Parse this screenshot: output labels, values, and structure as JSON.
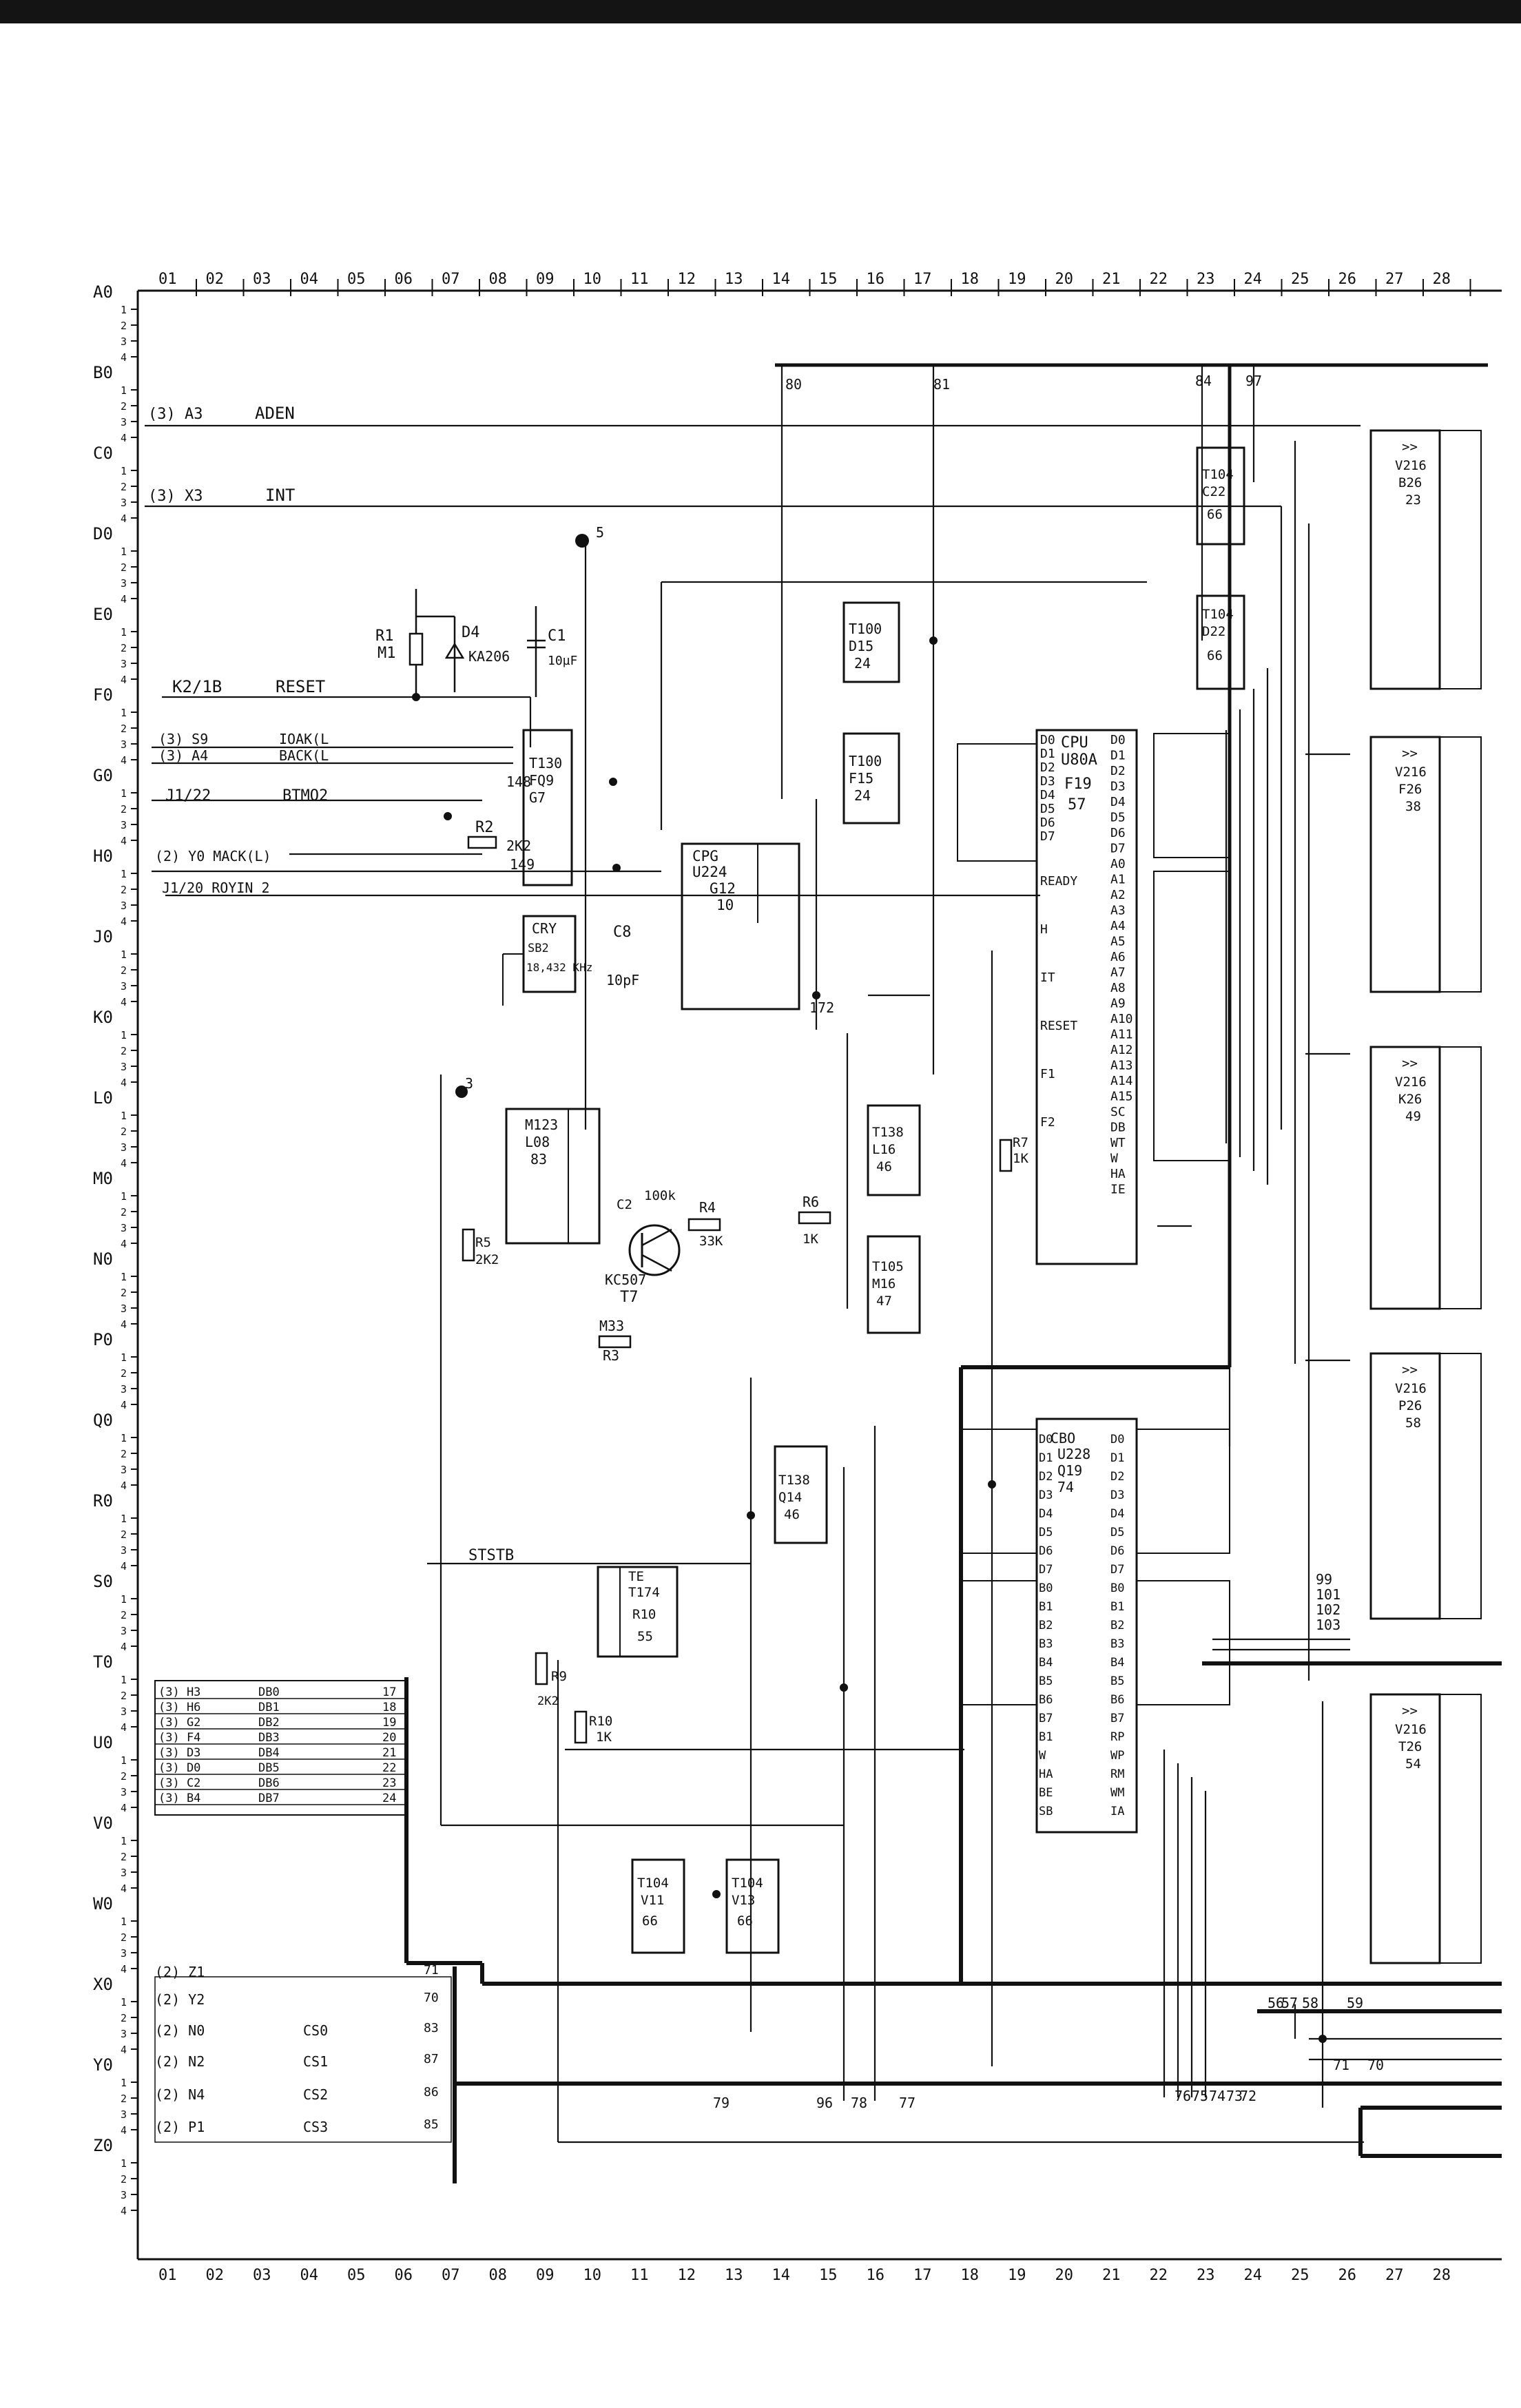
{
  "columns": [
    "01",
    "02",
    "03",
    "04",
    "05",
    "06",
    "07",
    "08",
    "09",
    "10",
    "11",
    "12",
    "13",
    "14",
    "15",
    "16",
    "17",
    "18",
    "19",
    "20",
    "21",
    "22",
    "23",
    "24",
    "25",
    "26",
    "27",
    "28"
  ],
  "rows": [
    "A",
    "B",
    "C",
    "D",
    "E",
    "F",
    "G",
    "H",
    "J",
    "K",
    "L",
    "M",
    "N",
    "P",
    "Q",
    "R",
    "S",
    "T",
    "U",
    "V",
    "W",
    "X",
    "Y",
    "Z"
  ],
  "chips": [
    {
      "id": "cpu",
      "lines": [
        "CPU",
        "U80A",
        "F19",
        "57"
      ]
    },
    {
      "id": "cpg",
      "lines": [
        "CPG",
        "U224",
        "G12",
        "10"
      ]
    },
    {
      "id": "g7",
      "lines": [
        "T130",
        "FQ9",
        "G7"
      ]
    },
    {
      "id": "d15",
      "lines": [
        "T100",
        "D15",
        "24"
      ]
    },
    {
      "id": "f15",
      "lines": [
        "T100",
        "F15",
        "24"
      ]
    },
    {
      "id": "c22",
      "lines": [
        "T104",
        "C22",
        "66"
      ]
    },
    {
      "id": "d22",
      "lines": [
        "T104",
        "D22",
        "66"
      ]
    },
    {
      "id": "l08",
      "lines": [
        "M123",
        "L08",
        "83"
      ]
    },
    {
      "id": "l16",
      "lines": [
        "T138",
        "L16",
        "46"
      ]
    },
    {
      "id": "m16",
      "lines": [
        "T105",
        "M16",
        "47"
      ]
    },
    {
      "id": "cbo",
      "lines": [
        "CBO",
        "U228",
        "Q19",
        "74"
      ]
    },
    {
      "id": "q14",
      "lines": [
        "T138",
        "Q14",
        "46"
      ]
    },
    {
      "id": "r10",
      "lines": [
        "TE",
        "T174",
        "R10",
        "55"
      ]
    },
    {
      "id": "v11",
      "lines": [
        "T104",
        "V11",
        "66"
      ]
    },
    {
      "id": "v13",
      "lines": [
        "T104",
        "V13",
        "66"
      ]
    },
    {
      "id": "b26",
      "lines": [
        ">>",
        "V216",
        "B26",
        "23"
      ]
    },
    {
      "id": "f26",
      "lines": [
        ">>",
        "V216",
        "F26",
        "38"
      ]
    },
    {
      "id": "k26",
      "lines": [
        ">>",
        "V216",
        "K26",
        "49"
      ]
    },
    {
      "id": "p26",
      "lines": [
        ">>",
        "V216",
        "P26",
        "58"
      ]
    },
    {
      "id": "t26",
      "lines": [
        ">>",
        "V216",
        "T26",
        "54"
      ]
    }
  ],
  "signals": {
    "aden": "ADEN",
    "a3": "(3) A3",
    "int": "INT",
    "x3": "(3) X3",
    "reset": "RESET",
    "k2": "K2/1B",
    "s9": "(3) S9",
    "a4": "(3) A4",
    "ioak": "IOAK(L",
    "back": "BACK(L",
    "j122": "J1/22",
    "btmo2": "BTMO2",
    "y0": "(2) Y0 MACK(L)",
    "j120": "J1/20 ROYIN 2",
    "ststb": "STSTB",
    "z1": "(2) Z1",
    "y2": "(2) Y2",
    "n0": "(2) N0",
    "n2": "(2) N2",
    "n4": "(2) N4",
    "p1": "(2) P1",
    "cs0": "CS0",
    "cs1": "CS1",
    "cs2": "CS2",
    "cs3": "CS3"
  },
  "bus_left": [
    "(3) H3",
    "(3) H6",
    "(3) G2",
    "(3) F4",
    "(3) D3",
    "(3) D0",
    "(3) C2",
    "(3) B4"
  ],
  "bus_db": [
    "DB0",
    "DB1",
    "DB2",
    "DB3",
    "DB4",
    "DB5",
    "DB6",
    "DB7"
  ],
  "bus_pins": [
    "17",
    "18",
    "19",
    "20",
    "21",
    "22",
    "23",
    "24"
  ],
  "components": {
    "r1": "R1",
    "m1": "M1",
    "d4": "D4",
    "ka206": "KA206",
    "c1": "C1",
    "c1v": "10µF",
    "cry": "CRY",
    "sb2": "SB2",
    "khz": "18,432 KHz",
    "c8": "C8",
    "c8v": "10pF",
    "r2": "R2",
    "r2v": "2K2",
    "c2": "C2",
    "c2v": "100k",
    "kc": "KC507",
    "t7": "T7",
    "r4": "R4",
    "r4v": "33K",
    "r6": "R6",
    "r6v": "1K",
    "r5": "R5",
    "r5v": "2K2",
    "m33": "M33",
    "r3": "R3",
    "r7": "R7",
    "r7v": "1K",
    "r9": "R9",
    "r9v": "2K2",
    "r10": "R10",
    "r10v": "1K"
  },
  "cpu_left": [
    "D0",
    "D1",
    "D2",
    "D3",
    "D4",
    "D5",
    "D6",
    "D7",
    "READY",
    "H",
    "IT",
    "RESET",
    "F1",
    "F2"
  ],
  "cpu_right": [
    "D0",
    "D1",
    "D2",
    "D3",
    "D4",
    "D5",
    "D6",
    "D7",
    "A0",
    "A1",
    "A2",
    "A3",
    "A4",
    "A5",
    "A6",
    "A7",
    "A8",
    "A9",
    "A10",
    "A11",
    "A12",
    "A13",
    "A14",
    "A15",
    "SC",
    "DB",
    "WT",
    "W",
    "HA",
    "IE"
  ],
  "cbo_left": [
    "D0",
    "D1",
    "D2",
    "D3",
    "D4",
    "D5",
    "D6",
    "D7",
    "B0",
    "B1",
    "B2",
    "B3",
    "B4",
    "B5",
    "B6",
    "B7",
    "B1",
    "W",
    "HA",
    "BE",
    "SB"
  ],
  "cbo_right": [
    "D0",
    "D1",
    "D2",
    "D3",
    "D4",
    "D5",
    "D6",
    "D7",
    "B0",
    "B1",
    "B2",
    "B3",
    "B4",
    "B5",
    "B6",
    "B7",
    "RP",
    "WP",
    "RM",
    "WM",
    "IA"
  ],
  "nodes": [
    "80",
    "81",
    "84",
    "97",
    "99",
    "101",
    "102",
    "103",
    "79",
    "96",
    "78",
    "77",
    "76",
    "75",
    "74",
    "73",
    "72",
    "56",
    "57",
    "58",
    "59",
    "71",
    "70",
    "148",
    "149",
    "172",
    "5",
    "3"
  ]
}
